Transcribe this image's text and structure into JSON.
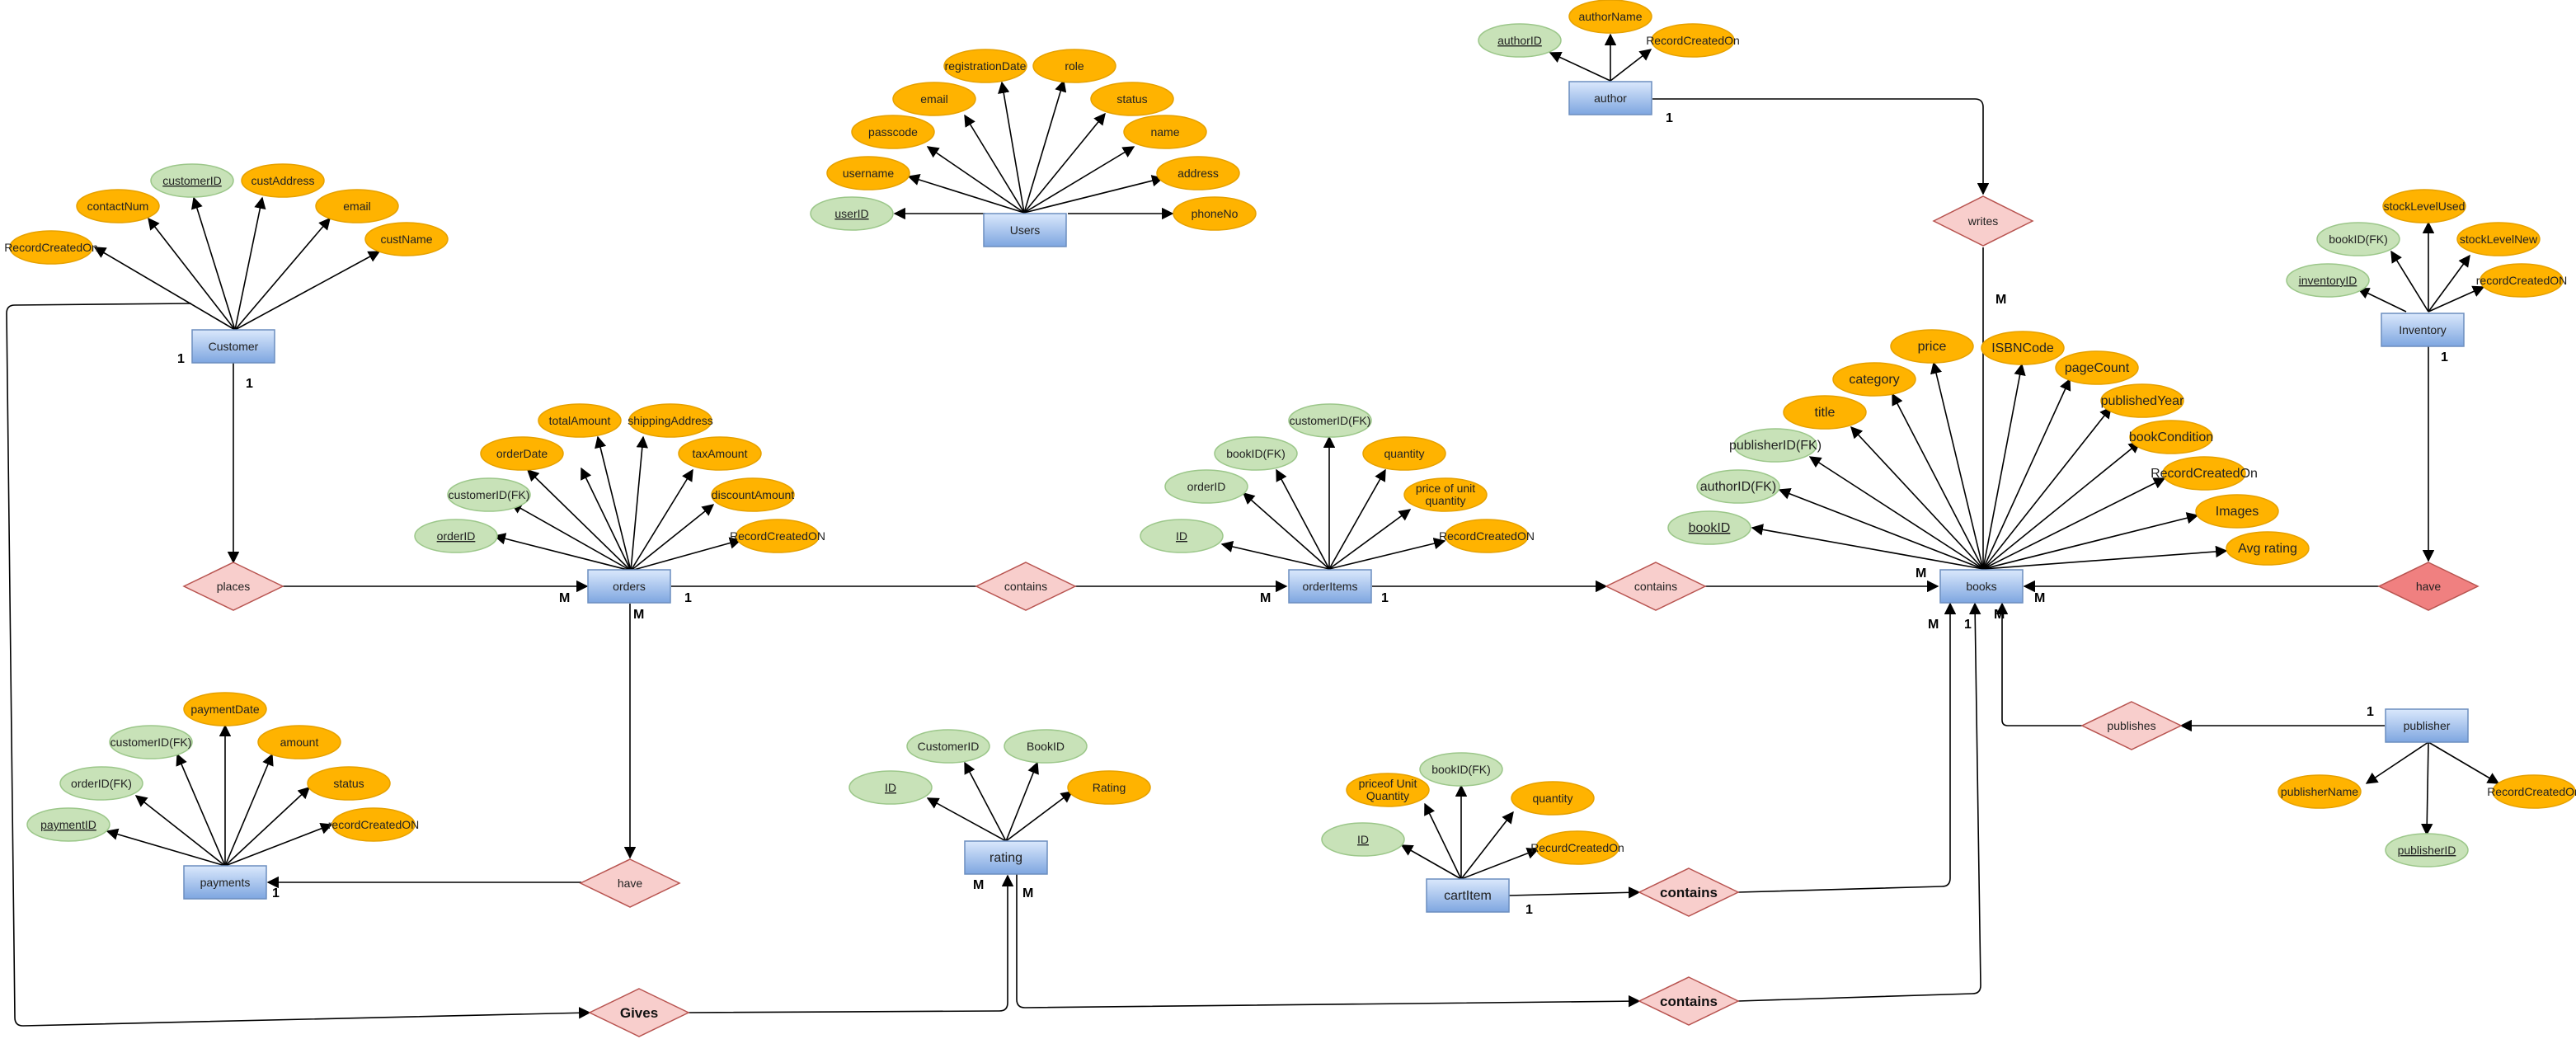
{
  "entities": {
    "customer": "Customer",
    "users": "Users",
    "author": "author",
    "inventory": "Inventory",
    "orders": "orders",
    "orderitems": "orderItems",
    "books": "books",
    "payments": "payments",
    "rating": "rating",
    "cartitem": "cartItem",
    "publisher": "publisher"
  },
  "relationships": {
    "places": "places",
    "contains_orders": "contains",
    "contains_items": "contains",
    "writes": "writes",
    "have_inventory": "have",
    "have_payments": "have",
    "publishes": "publishes",
    "contains_cart": "contains",
    "contains_rating": "contains",
    "gives": "Gives"
  },
  "attributes": {
    "customer": {
      "RecordCreatedOn": "RecordCreatedOn",
      "contactNum": "contactNum",
      "customerID": "customerID",
      "custAddress": "custAddress",
      "email": "email",
      "custName": "custName"
    },
    "users": {
      "registrationDate": "registrationDate",
      "role": "role",
      "email": "email",
      "status": "status",
      "passcode": "passcode",
      "name": "name",
      "username": "username",
      "address": "address",
      "userID": "userID",
      "phoneNo": "phoneNo"
    },
    "author": {
      "authorName": "authorName",
      "authorID": "authorID",
      "RecordCreatedOn": "RecordCreatedOn"
    },
    "inventory": {
      "stockLevelUsed": "stockLevelUsed",
      "bookID_FK": "bookID(FK)",
      "stockLevelNew": "stockLevelNew",
      "inventoryID": "inventoryID",
      "recordCreatedON": "recordCreatedON"
    },
    "orders": {
      "totalAmount": "totalAmount",
      "shippingAddress": "shippingAddress",
      "orderDate": "orderDate",
      "taxAmount": "taxAmount",
      "customerID_FK": "customerID(FK)",
      "discountAmount": "discountAmount",
      "orderID": "orderID",
      "RecordCreatedON": "RecordCreatedON"
    },
    "orderitems": {
      "customerID_FK": "customerID(FK)",
      "bookID_FK": "bookID(FK)",
      "quantity": "quantity",
      "orderID": "orderID",
      "price_line1": "price of unit",
      "price_line2": "quantity",
      "ID": "ID",
      "RecordCreatedON": "RecordCreatedON"
    },
    "books": {
      "price": "price",
      "ISBNCode": "ISBNCode",
      "category": "category",
      "pageCount": "pageCount",
      "title": "title",
      "publishedYear": "publishedYear",
      "publisherID_FK": "publisherID(FK)",
      "bookCondition": "bookCondition",
      "authorID_FK": "authorID(FK)",
      "RecordCreatedOn": "RecordCreatedOn",
      "bookID": "bookID",
      "Images": "Images",
      "AvgRating": "Avg rating"
    },
    "payments": {
      "paymentDate": "paymentDate",
      "customerID_FK": "customerID(FK)",
      "amount": "amount",
      "orderID_FK": "orderID(FK)",
      "status": "status",
      "paymentID": "paymentID",
      "recordCreatedON": "recordCreatedON"
    },
    "rating": {
      "CustomerID": "CustomerID",
      "BookID": "BookID",
      "ID": "ID",
      "Rating": "Rating"
    },
    "cartitem": {
      "bookID_FK": "bookID(FK)",
      "price_line1": "priceof Unit",
      "price_line2": "Quantity",
      "quantity": "quantity",
      "ID": "ID",
      "RecurdCreatedOn": "RecurdCreatedOn"
    },
    "publisher": {
      "publisherName": "publisherName",
      "RecordCreatedOn": "RecordCreatedOn",
      "publisherID": "publisherID"
    }
  },
  "cardinalities": {
    "customer_one_left": "1",
    "customer_one_down": "1",
    "orders_many_left": "M",
    "orders_one_right": "1",
    "orders_many_down": "M",
    "orderitems_many": "M",
    "orderitems_one": "1",
    "books_many_left_top": "M",
    "books_many_left_bottom": "M",
    "books_many_bottom": "M",
    "books_one_bottom": "1",
    "books_many_right": "M",
    "writes_many": "M",
    "author_one": "1",
    "inventory_one": "1",
    "publisher_one": "1",
    "payments_one": "1",
    "rating_many_left": "M",
    "rating_many_right": "M",
    "cartitem_one": "1"
  }
}
